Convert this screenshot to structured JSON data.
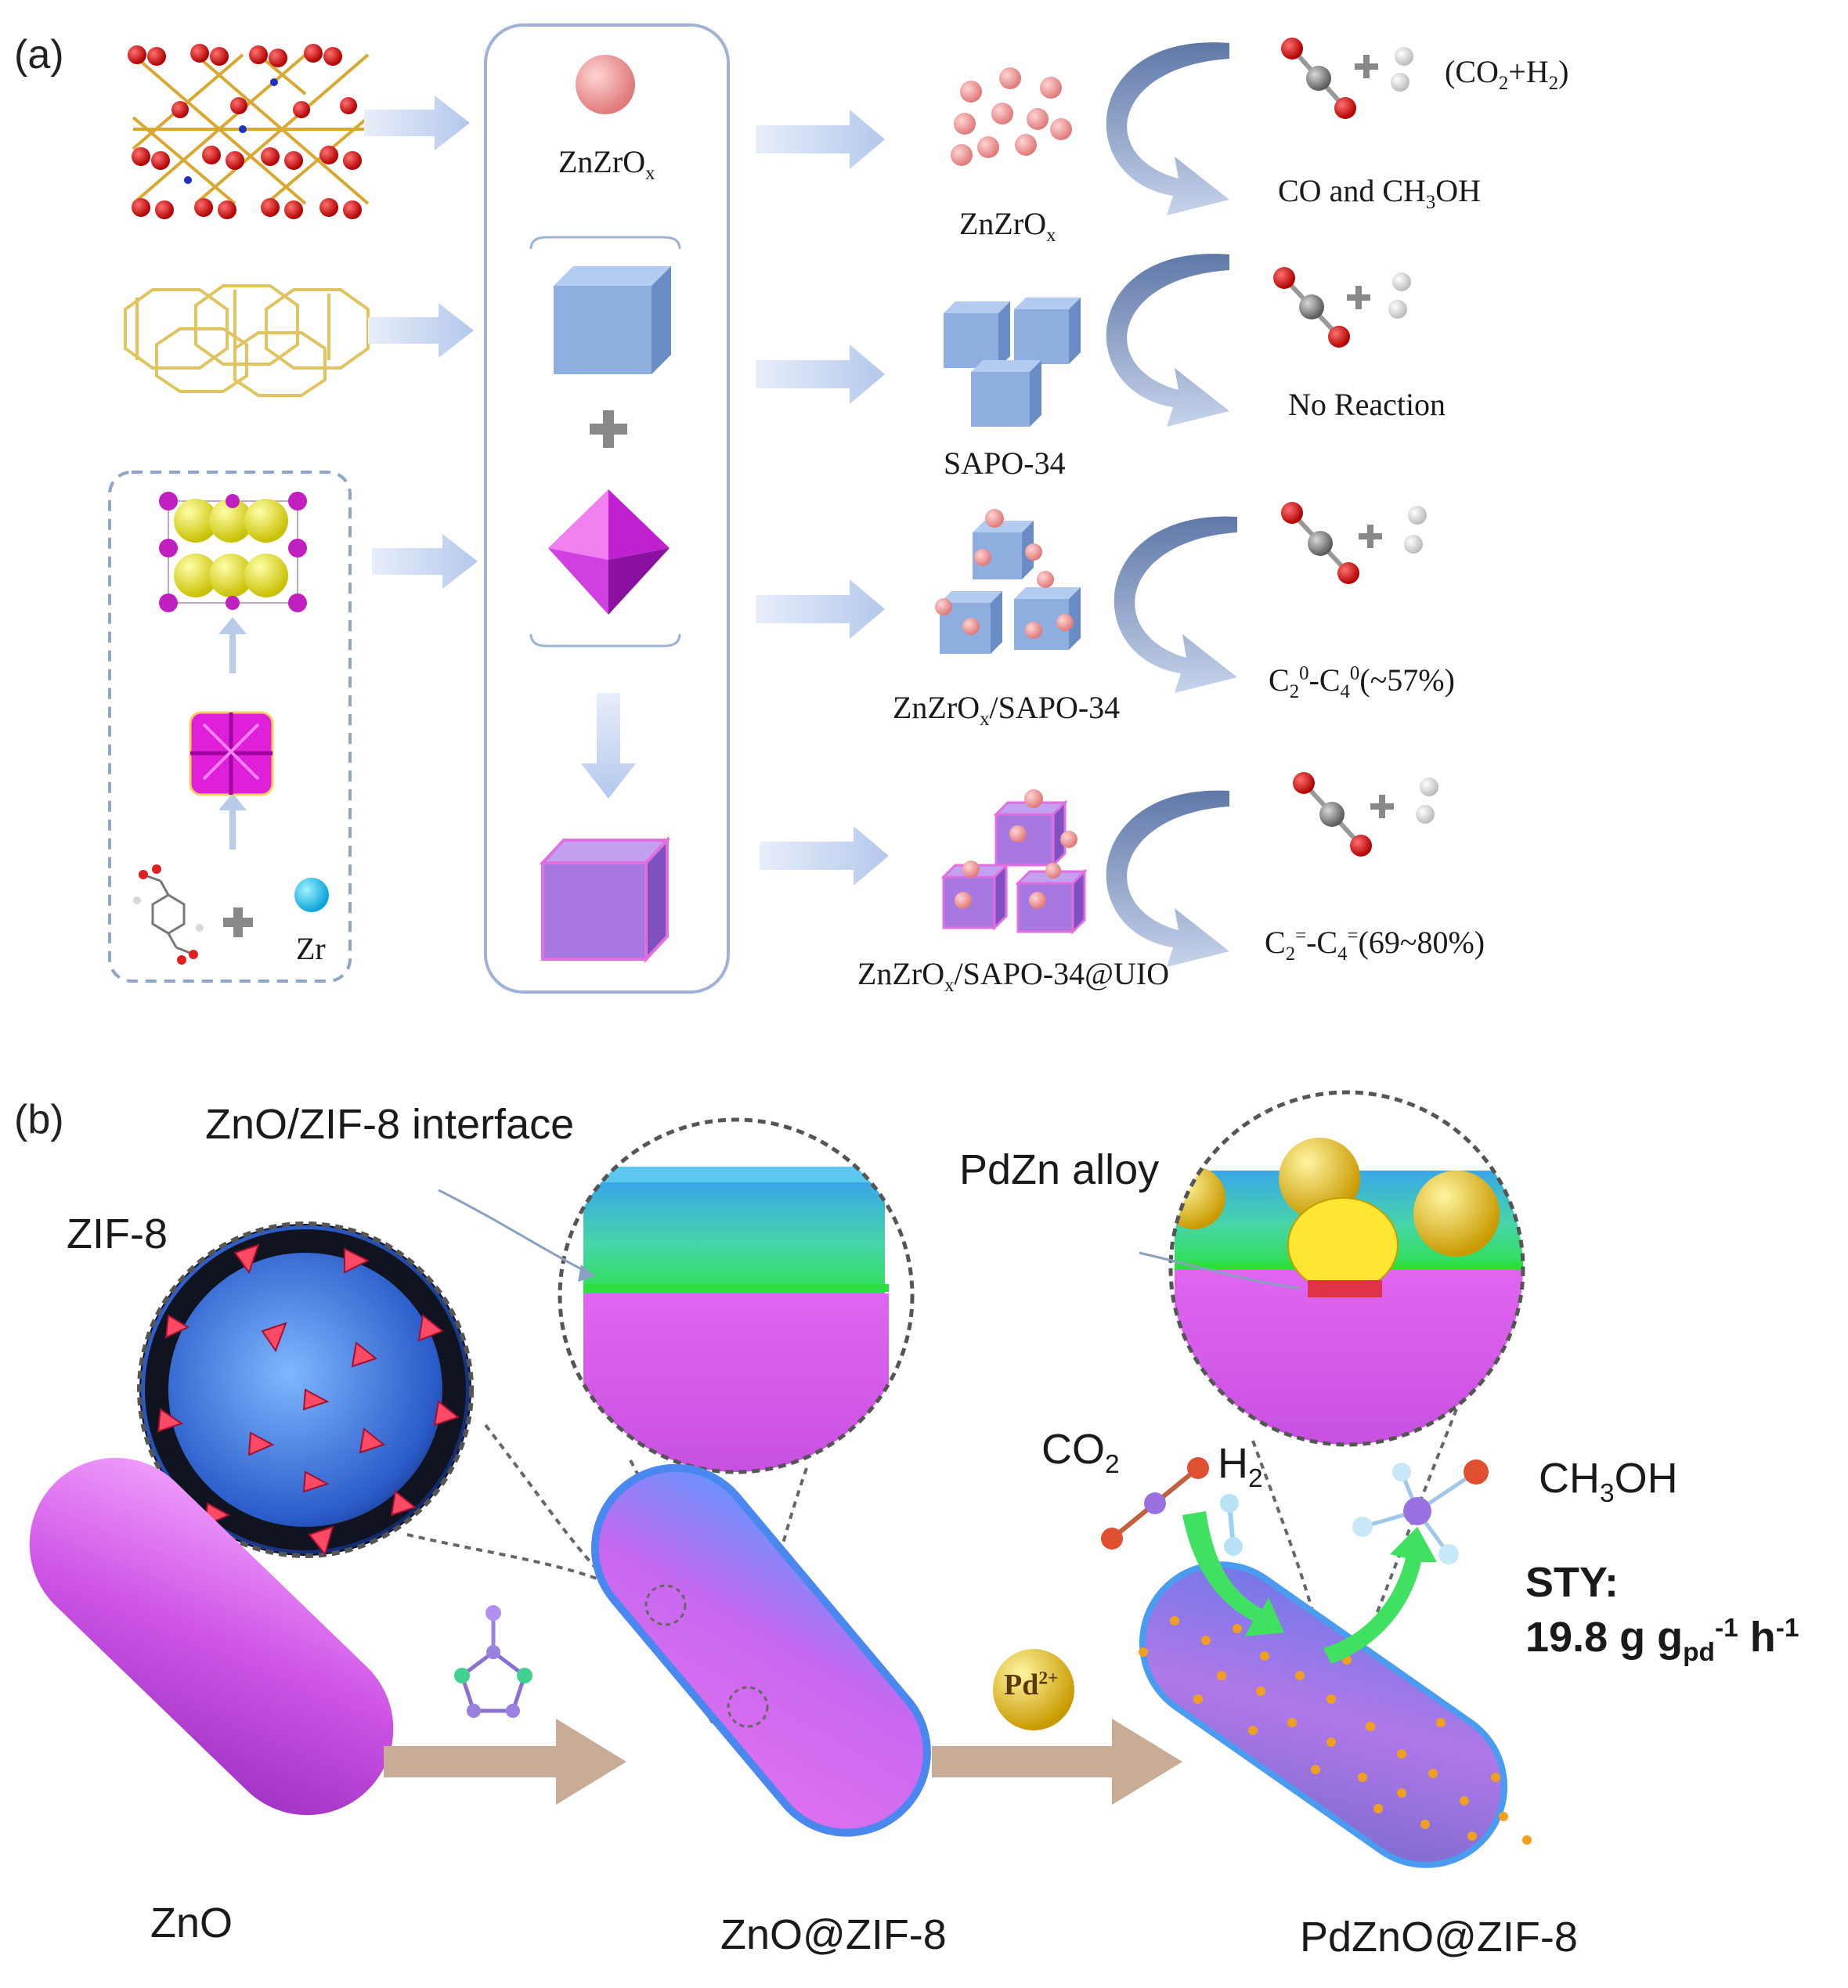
{
  "panel_a": {
    "label": "(a)",
    "zn_zr_ox": "ZnZrO",
    "zn_zr_ox_sub": "x",
    "zr": "Zr",
    "row1": {
      "catalyst": "ZnZrO",
      "catalyst_sub": "x",
      "feed": "(CO",
      "feed_sub1": "2",
      "feed_mid": "+H",
      "feed_sub2": "2",
      "feed_end": ")",
      "product": "CO and CH",
      "product_sub": "3",
      "product_end": "OH"
    },
    "row2": {
      "catalyst": "SAPO-34",
      "product": "No Reaction"
    },
    "row3": {
      "catalyst": "ZnZrO",
      "catalyst_sub": "x",
      "catalyst_end": "/SAPO-34",
      "product_a": "C",
      "product_a_sub": "2",
      "product_a_sup": "0",
      "product_b": "-C",
      "product_b_sub": "4",
      "product_b_sup": "0",
      "product_c": "(~57%)"
    },
    "row4": {
      "catalyst": "ZnZrO",
      "catalyst_sub": "x",
      "catalyst_end": "/SAPO-34@UIO",
      "product_a": "C",
      "product_a_sub": "2",
      "product_a_sup": "=",
      "product_b": "-C",
      "product_b_sub": "4",
      "product_b_sup": "=",
      "product_c": "(69~80%)"
    }
  },
  "panel_b": {
    "label": "(b)",
    "interface": "ZnO/ZIF-8 interface",
    "zif8": "ZIF-8",
    "pdzn_alloy": "PdZn alloy",
    "co2": "CO",
    "co2_sub": "2",
    "h2": "H",
    "h2_sub": "2",
    "ch3oh": "CH",
    "ch3oh_sub": "3",
    "ch3oh_end": "OH",
    "sty_label": "STY:",
    "sty_value": "19.8 g g",
    "sty_sub": "pd",
    "sty_sup1": "-1",
    "sty_unit": " h",
    "sty_sup2": "-1",
    "pd_ion": "Pd",
    "pd_ion_sup": "2+",
    "zno": "ZnO",
    "zno_zif8": "ZnO@ZIF-8",
    "pdzno_zif8": "PdZnO@ZIF-8"
  },
  "colors": {
    "oxygen": "#d81f1f",
    "carbon": "#8a8a8a",
    "hydrogen": "#e6e6e6",
    "zn_zr_ox_sphere": "#f2a0a0",
    "sapo_cube": "#8eaee0",
    "uio_octahedron": "#e040e0",
    "uio_cube": "#a778e0",
    "arrow_light": "#c8d8f2",
    "arrow_dark": "#6a84b4",
    "zno_rod": "#d76ae8",
    "zif_shell": "#4a78d8",
    "pd_particle": "#f4c430",
    "process_arrow": "#c8ac96"
  }
}
